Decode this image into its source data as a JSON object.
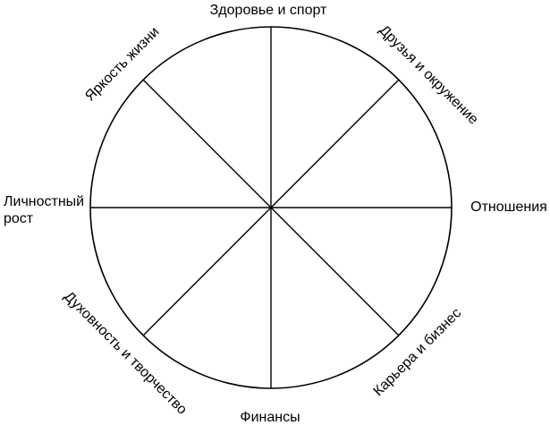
{
  "diagram": {
    "sectors": [
      "Здоровье и спорт",
      "Друзья и окружение",
      "Отношения",
      "Карьера и бизнес",
      "Финансы",
      "Духовность и творчество",
      "Личностный рост",
      "Яркость жизни"
    ],
    "colors": {
      "line": "#000000",
      "background": "#ffffff",
      "text": "#000000"
    }
  }
}
